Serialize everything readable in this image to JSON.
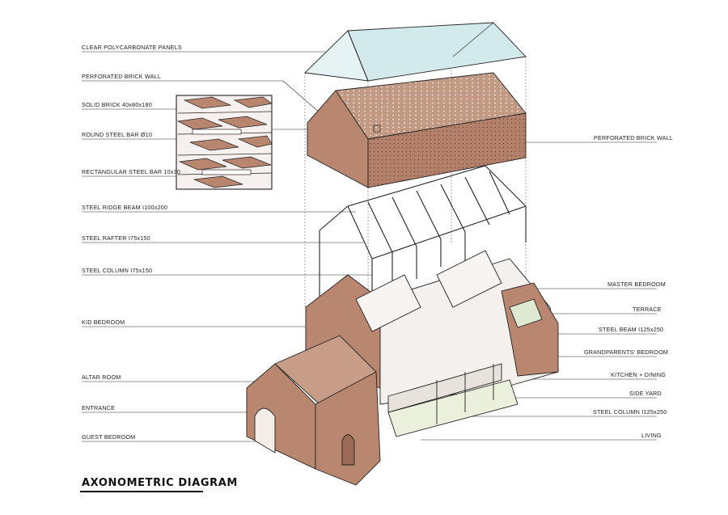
{
  "title": "AXONOMETRIC DIAGRAM",
  "labels_left": [
    "CLEAR POLYCARBONATE PANELS",
    "PERFORATED BRICK WALL",
    "SOLID BRICK 40x80x180",
    "ROUND STEEL BAR Ø10",
    "RECTANGULAR STEEL BAR 10x30",
    "STEEL RIDGE BEAM I100x200",
    "STEEL RAFTER I75x150",
    "STEEL COLUMN I75x150",
    "KID BEDROOM",
    "ALTAR ROOM",
    "ENTRANCE",
    "GUEST BEDROOM"
  ],
  "labels_right": [
    "PERFORATED BRICK WALL",
    "MASTER BEDROOM",
    "TERRACE",
    "STEEL BEAM I125x250",
    "GRANDPARENTS' BEDROOM",
    "KITCHEN + DINING",
    "SIDE YARD",
    "STEEL COLUMN I125x250",
    "LIVING"
  ],
  "colors": {
    "brick": "#b98770",
    "brick_dark": "#a06e58",
    "brick_light": "#cfa18b",
    "glass": "#d6ecef",
    "ground": "#eaf0dc",
    "line": "#1e1e1e"
  }
}
